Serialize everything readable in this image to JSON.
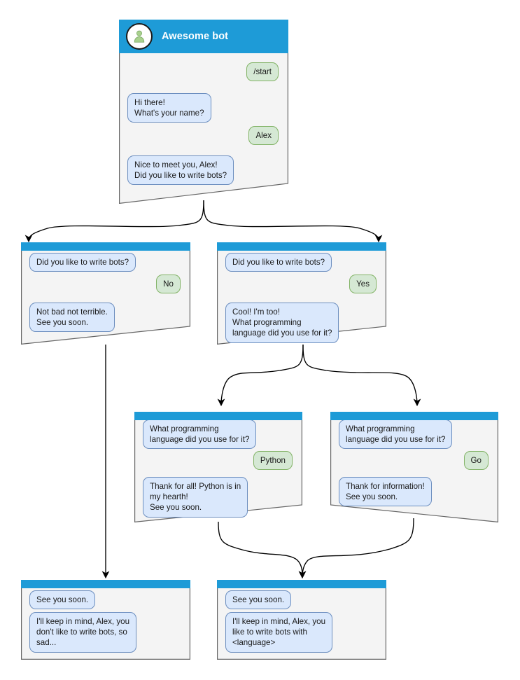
{
  "diagram": {
    "title": "Awesome bot conversation flow",
    "colors": {
      "header_blue": "#1e9bd7",
      "card_body": "#f4f4f4",
      "card_border": "#666666",
      "bot_bubble_fill": "#dae8fc",
      "bot_bubble_border": "#6c8ebf",
      "user_bubble_fill": "#d5e8d4",
      "user_bubble_border": "#82b366",
      "edge": "#1a1a1a",
      "avatar_person": "#a9d18e"
    }
  },
  "cards": [
    {
      "id": "root",
      "bot_name": "Awesome bot",
      "has_title": true,
      "messages": [
        {
          "from": "user",
          "text": "/start"
        },
        {
          "from": "bot",
          "text": "Hi there!\nWhat's your name?"
        },
        {
          "from": "user",
          "text": "Alex"
        },
        {
          "from": "bot",
          "text": "Nice to meet you, Alex!\nDid you like to write bots?"
        }
      ]
    },
    {
      "id": "no-branch",
      "has_title": false,
      "messages": [
        {
          "from": "bot",
          "text": "Did you like to write bots?"
        },
        {
          "from": "user",
          "text": "No"
        },
        {
          "from": "bot",
          "text": "Not bad not terrible.\nSee you soon."
        }
      ]
    },
    {
      "id": "yes-branch",
      "has_title": false,
      "messages": [
        {
          "from": "bot",
          "text": "Did you like to write bots?"
        },
        {
          "from": "user",
          "text": "Yes"
        },
        {
          "from": "bot",
          "text": "Cool! I'm too!\nWhat programming\nlanguage did you use for it?"
        }
      ]
    },
    {
      "id": "python-branch",
      "has_title": false,
      "messages": [
        {
          "from": "bot",
          "text": "What programming\nlanguage did you use for it?"
        },
        {
          "from": "user",
          "text": "Python"
        },
        {
          "from": "bot",
          "text": "Thank for all! Python is in\nmy hearth!\nSee you soon."
        }
      ]
    },
    {
      "id": "go-branch",
      "has_title": false,
      "messages": [
        {
          "from": "bot",
          "text": "What programming\nlanguage did you use for it?"
        },
        {
          "from": "user",
          "text": "Go"
        },
        {
          "from": "bot",
          "text": "Thank for information!\nSee you soon."
        }
      ]
    },
    {
      "id": "end-no",
      "has_title": false,
      "messages": [
        {
          "from": "bot",
          "text": "See you soon."
        },
        {
          "from": "bot",
          "text": "I'll keep in mind, Alex, you\ndon't like to write bots, so\nsad..."
        }
      ]
    },
    {
      "id": "end-yes",
      "has_title": false,
      "messages": [
        {
          "from": "bot",
          "text": "See you soon."
        },
        {
          "from": "bot",
          "text": "I'll keep in mind, Alex, you\nlike to write bots with\n<language>"
        }
      ]
    }
  ]
}
